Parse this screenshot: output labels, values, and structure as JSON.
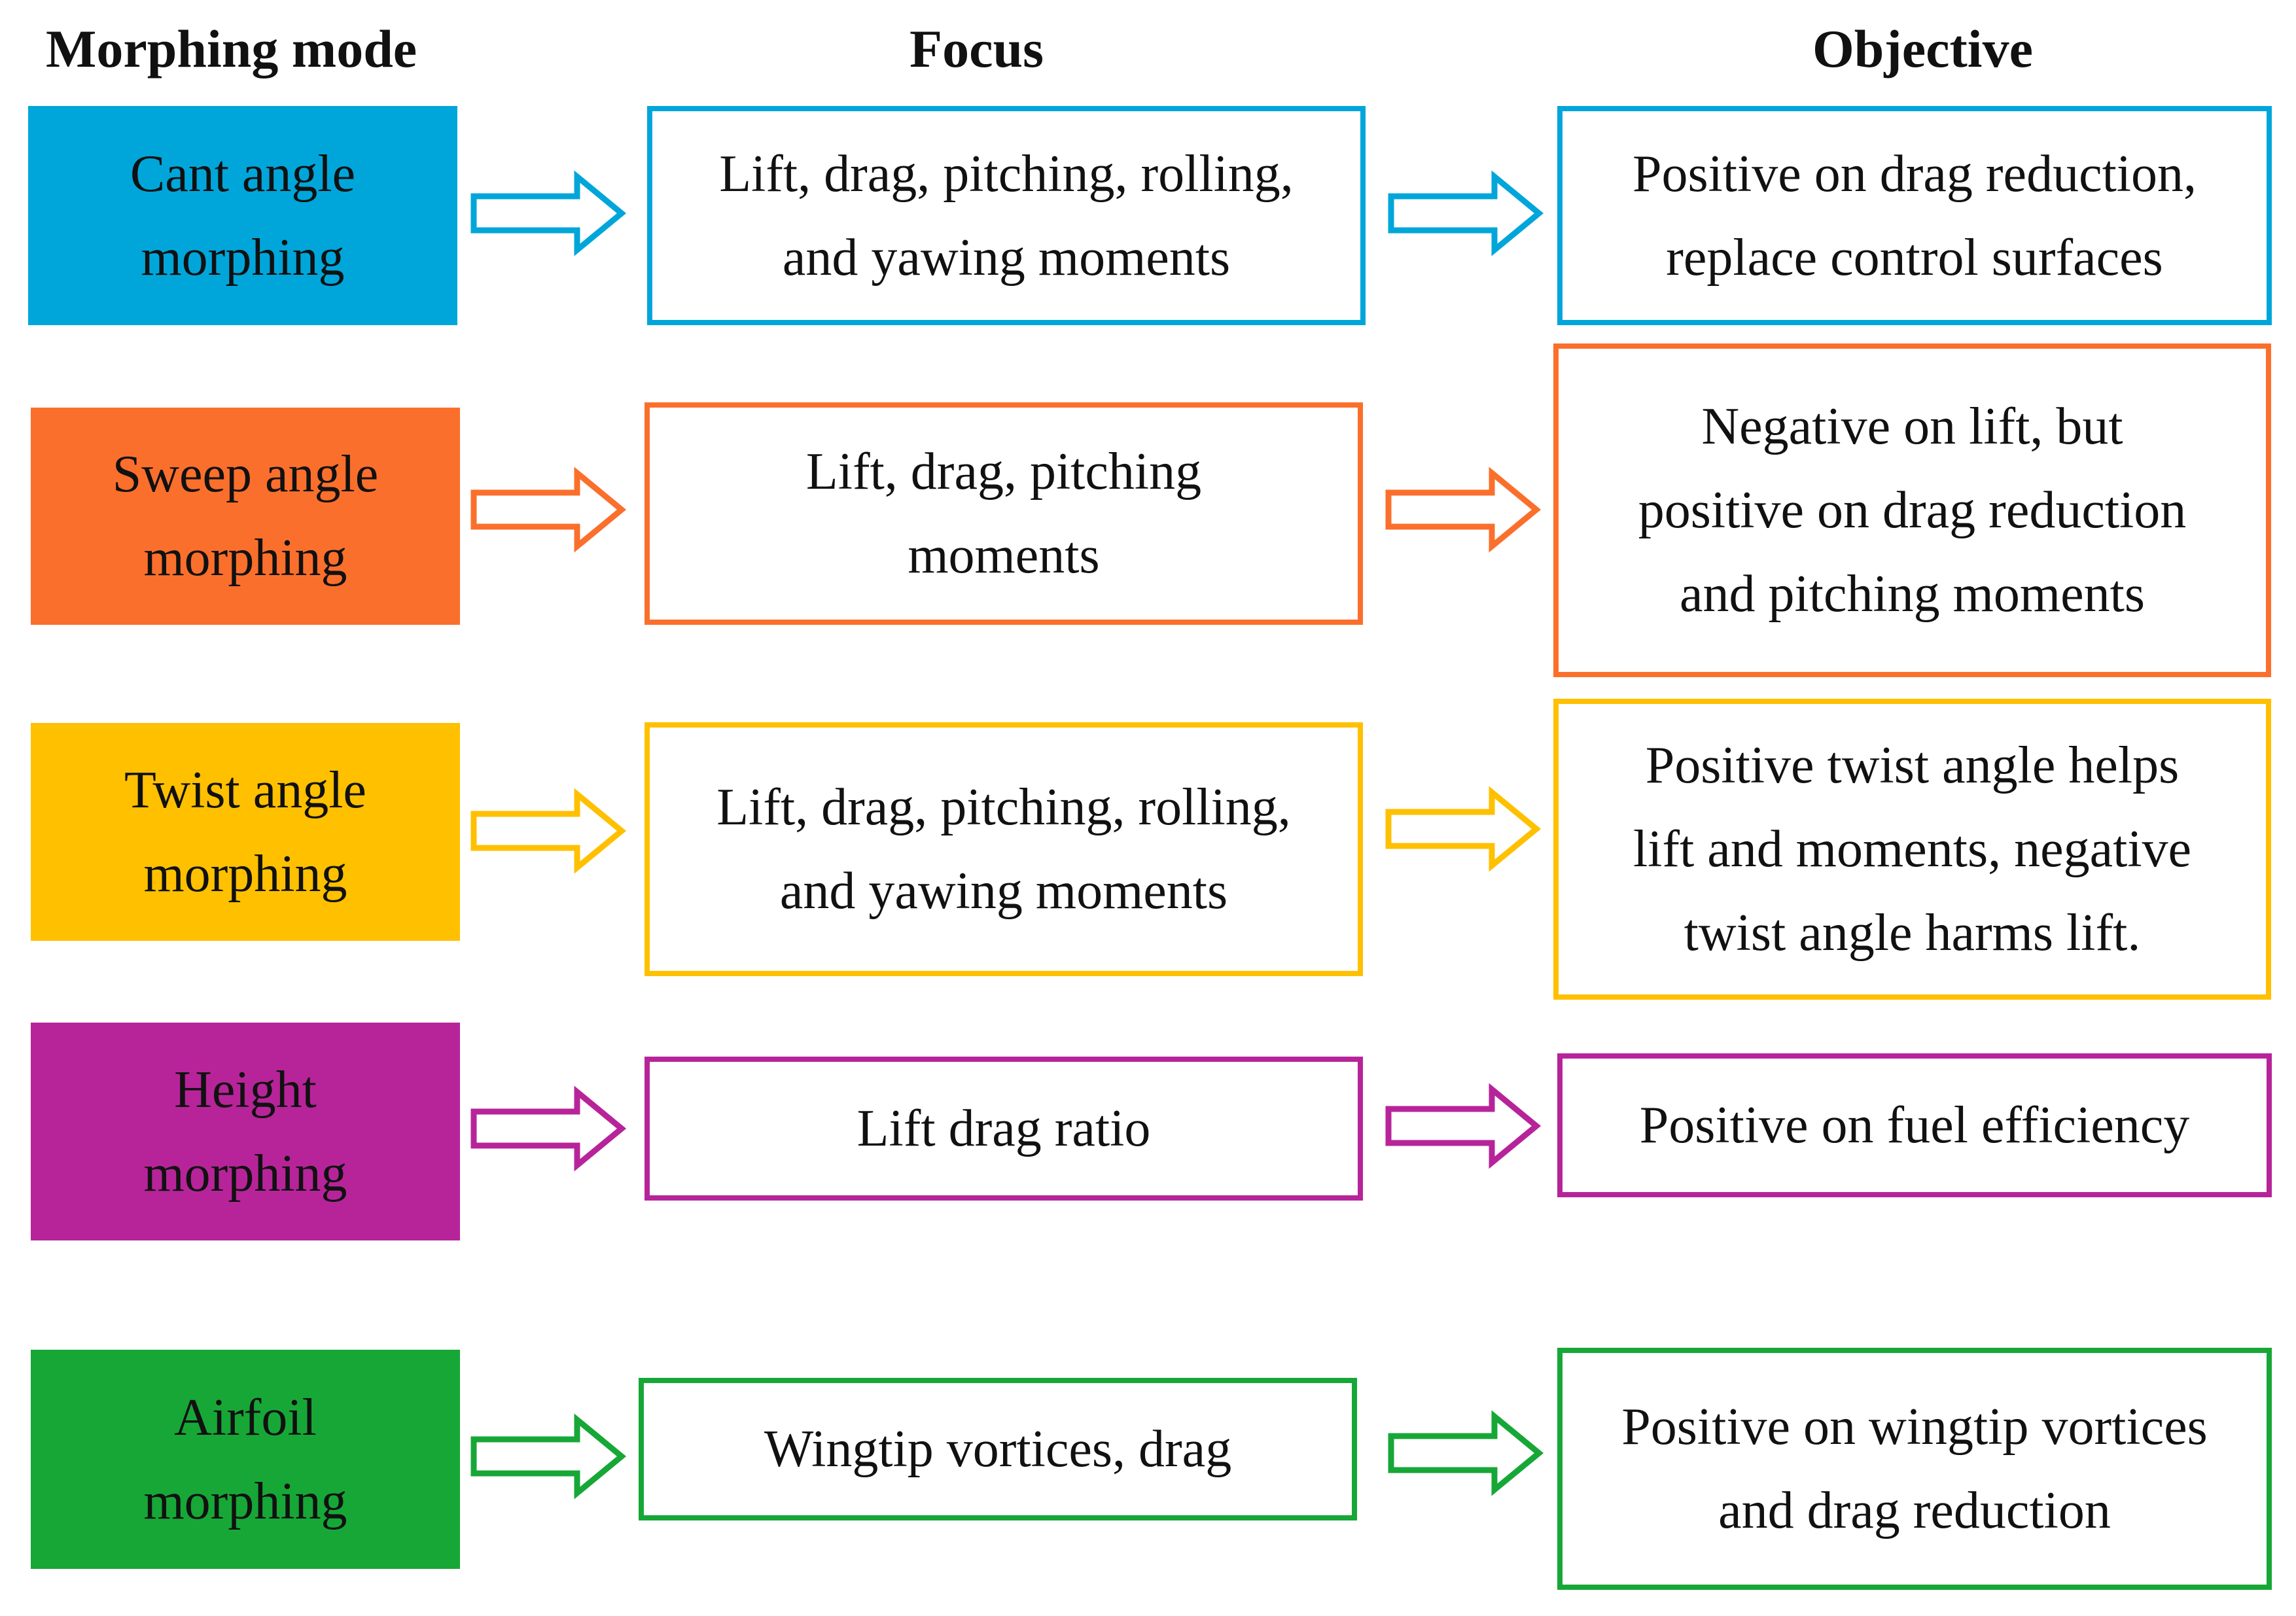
{
  "headers": {
    "mode": "Morphing mode",
    "focus": "Focus",
    "objective": "Objective"
  },
  "rows": [
    {
      "mode": "Cant angle\nmorphing",
      "focus": "Lift, drag, pitching, rolling,\nand yawing moments",
      "objective": "Positive on drag reduction,\nreplace control surfaces",
      "color": "#00A6DA"
    },
    {
      "mode": "Sweep angle\nmorphing",
      "focus": "Lift, drag, pitching\nmoments",
      "objective": "Negative on lift, but\npositive on drag reduction\nand pitching moments",
      "color": "#FB6F2C"
    },
    {
      "mode": "Twist angle\nmorphing",
      "focus": "Lift, drag, pitching, rolling,\nand yawing moments",
      "objective": "Positive twist angle helps\nlift and moments, negative\ntwist angle harms lift.",
      "color": "#FFC000"
    },
    {
      "mode": "Height\nmorphing",
      "focus": "Lift drag ratio",
      "objective": "Positive on fuel efficiency",
      "color": "#B7249A"
    },
    {
      "mode": "Airfoil\nmorphing",
      "focus": "Wingtip vortices, drag",
      "objective": "Positive on wingtip vortices\nand drag reduction",
      "color": "#17A737"
    }
  ]
}
